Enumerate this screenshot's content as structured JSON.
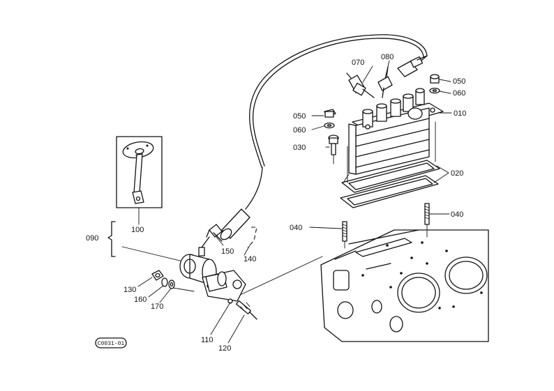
{
  "labels": {
    "p010": "010",
    "p020": "020",
    "p030": "030",
    "p040a": "040",
    "p040b": "040",
    "p050a": "050",
    "p050b": "050",
    "p060a": "060",
    "p060b": "060",
    "p070": "070",
    "p080": "080",
    "p090": "090",
    "p100": "100",
    "p110": "110",
    "p120": "120",
    "p130": "130",
    "p140": "140",
    "p150": "150",
    "p160": "160",
    "p170": "170"
  },
  "drawing_code": "C0031-01"
}
